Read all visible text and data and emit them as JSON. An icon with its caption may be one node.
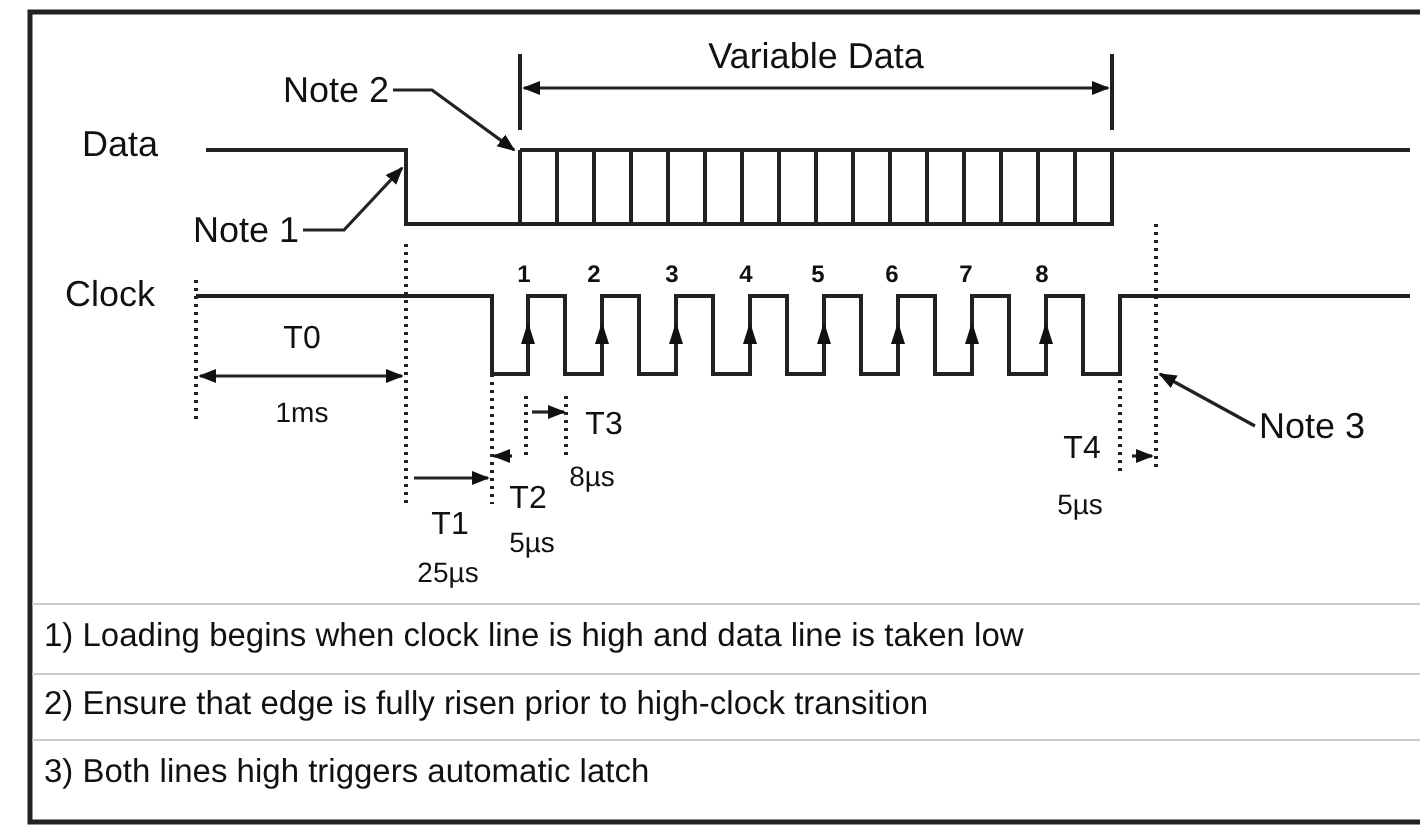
{
  "diagram": {
    "nodes": [
      {
        "text": [
          "Note 2"
        ]
      },
      {
        "text": [
          "Note 1"
        ]
      },
      {
        "text": [
          "Note 3"
        ]
      },
      {
        "text": [],
        "shape": "line"
      },
      {
        "text": [],
        "shape": "line"
      }
    ],
    "edges": [
      {
        "from": 0,
        "to": 3,
        "arrow": "to"
      },
      {
        "from": 1,
        "to": 3,
        "arrow": "to"
      },
      {
        "from": 2,
        "to": 4,
        "arrow": "to"
      }
    ],
    "labels": [
      "Variable Data",
      "Data",
      "Clock",
      "1",
      "2",
      "3",
      "4",
      "5",
      "6",
      "7",
      "8",
      "T0",
      "1ms",
      "T3",
      "T4",
      "8µs",
      "T2",
      "5µs",
      "T1",
      "5µs",
      "25µs",
      "1) Loading begins when clock line is high and data line is taken low",
      "2) Ensure that edge is fully risen prior to high-clock transition",
      "3) Both lines high triggers automatic latch"
    ]
  }
}
